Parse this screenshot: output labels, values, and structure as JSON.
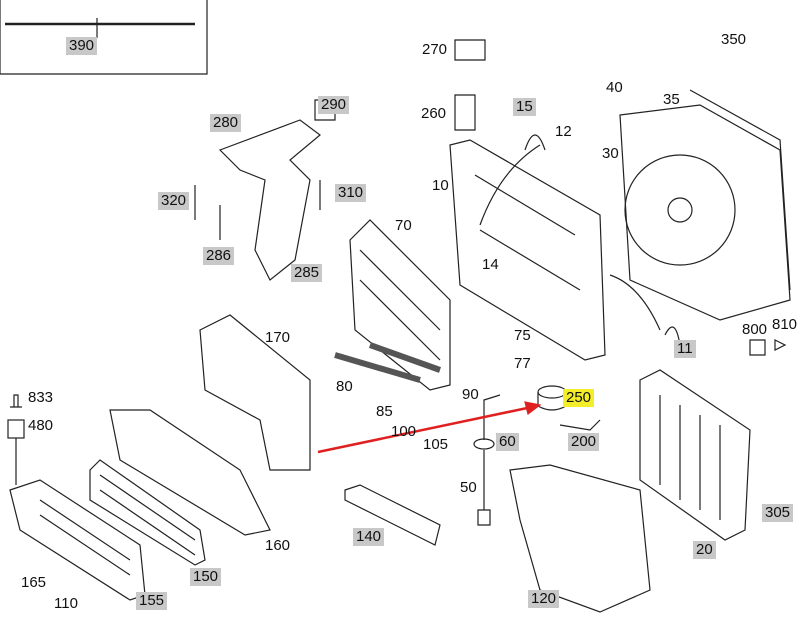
{
  "diagram": {
    "title_part": "390",
    "accent_color": "#e02020",
    "highlight_color": "#f4ee2a"
  },
  "labels": {
    "p390": "390",
    "p270": "270",
    "p260": "260",
    "p15": "15",
    "p12": "12",
    "p10": "10",
    "p14": "14",
    "p40": "40",
    "p350": "350",
    "p35": "35",
    "p30": "30",
    "p290": "290",
    "p280": "280",
    "p320": "320",
    "p310": "310",
    "p286": "286",
    "p285": "285",
    "p70": "70",
    "p75": "75",
    "p77": "77",
    "p80": "80",
    "p85": "85",
    "p90": "90",
    "p100": "100",
    "p105": "105",
    "p60": "60",
    "p250": "250",
    "p200": "200",
    "p50": "50",
    "p170": "170",
    "p833": "833",
    "p480": "480",
    "p165": "165",
    "p110": "110",
    "p155": "155",
    "p150": "150",
    "p160": "160",
    "p140": "140",
    "p120": "120",
    "p20": "20",
    "p305": "305",
    "p800": "800",
    "p810": "810",
    "p11": "11"
  }
}
